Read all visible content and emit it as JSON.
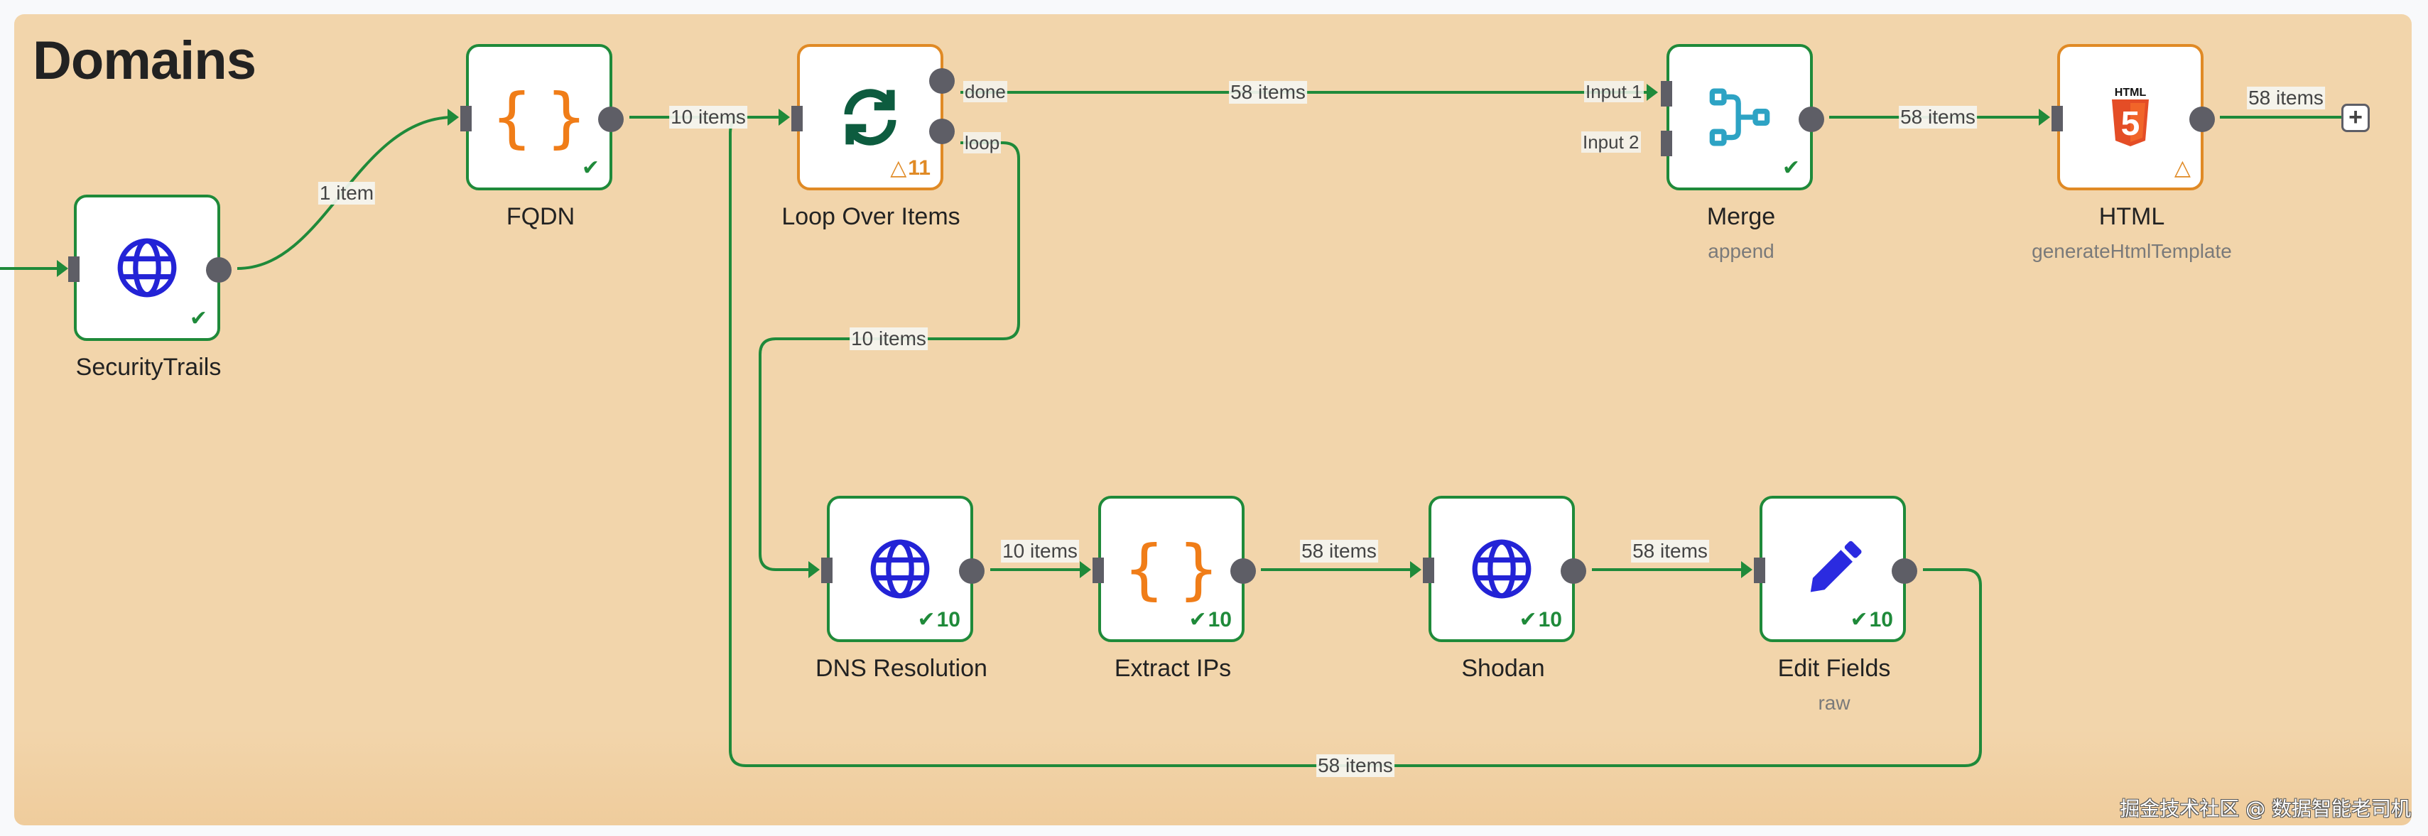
{
  "group": {
    "title": "Domains",
    "background": "#f2d5ab"
  },
  "colors": {
    "success": "#1f8a3a",
    "warning": "#e08a25",
    "port": "#5e5e66",
    "globe": "#2323d6",
    "code": "#f07d18",
    "loop": "#0d5c3f",
    "merge": "#2da3c4",
    "html5": "#e44d26",
    "pencil": "#2b2be0"
  },
  "nodes": [
    {
      "id": "securitytrails",
      "name": "SecurityTrails",
      "subtitle": "",
      "icon": "globe-icon",
      "status": "success",
      "status_count": ""
    },
    {
      "id": "fqdn",
      "name": "FQDN",
      "subtitle": "",
      "icon": "code-braces-icon",
      "status": "success",
      "status_count": ""
    },
    {
      "id": "loop",
      "name": "Loop Over Items",
      "subtitle": "",
      "icon": "loop-icon",
      "status": "warning",
      "status_count": "11"
    },
    {
      "id": "merge",
      "name": "Merge",
      "subtitle": "append",
      "icon": "merge-icon",
      "status": "success",
      "status_count": ""
    },
    {
      "id": "html",
      "name": "HTML",
      "subtitle": "generateHtmlTemplate",
      "icon": "html5-icon",
      "status": "warning",
      "status_count": ""
    },
    {
      "id": "dns",
      "name": "DNS Resolution",
      "subtitle": "",
      "icon": "globe-icon",
      "status": "success",
      "status_count": "10"
    },
    {
      "id": "extract",
      "name": "Extract IPs",
      "subtitle": "",
      "icon": "code-braces-icon",
      "status": "success",
      "status_count": "10"
    },
    {
      "id": "shodan",
      "name": "Shodan",
      "subtitle": "",
      "icon": "globe-icon",
      "status": "success",
      "status_count": "10"
    },
    {
      "id": "edit",
      "name": "Edit Fields",
      "subtitle": "raw",
      "icon": "pencil-icon",
      "status": "success",
      "status_count": "10"
    }
  ],
  "ports": {
    "loop_done": "done",
    "loop_loop": "loop",
    "merge_input1": "Input 1",
    "merge_input2": "Input 2",
    "html5_badge": "HTML",
    "html5_digit": "5"
  },
  "edges": [
    {
      "from": "securitytrails",
      "to": "fqdn",
      "label": "1 item"
    },
    {
      "from": "fqdn",
      "to": "loop",
      "label": "10 items"
    },
    {
      "from": "loop.done",
      "to": "merge.input1",
      "label": "58 items"
    },
    {
      "from": "loop.loop",
      "to": "dns",
      "label": "10 items"
    },
    {
      "from": "merge",
      "to": "html",
      "label": "58 items"
    },
    {
      "from": "html",
      "to": "add",
      "label": "58 items"
    },
    {
      "from": "dns",
      "to": "extract",
      "label": "10 items"
    },
    {
      "from": "extract",
      "to": "shodan",
      "label": "58 items"
    },
    {
      "from": "shodan",
      "to": "edit",
      "label": "58 items"
    },
    {
      "from": "edit",
      "to": "loop",
      "label": "58 items"
    }
  ],
  "add_button": "+",
  "watermark": "掘金技术社区 @ 数据智能老司机"
}
